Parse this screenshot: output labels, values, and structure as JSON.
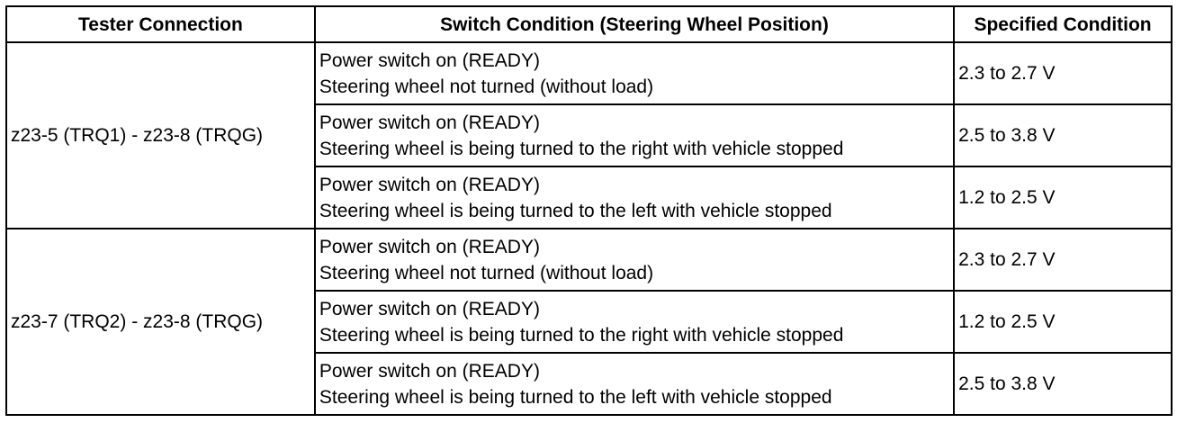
{
  "table": {
    "headers": [
      "Tester Connection",
      "Switch Condition (Steering Wheel Position)",
      "Specified Condition"
    ],
    "groups": [
      {
        "connection": "z23-5 (TRQ1) - z23-8 (TRQG)",
        "rows": [
          {
            "condition_line1": "Power switch on (READY)",
            "condition_line2": "Steering wheel not turned (without load)",
            "specified": "2.3 to 2.7 V"
          },
          {
            "condition_line1": "Power switch on (READY)",
            "condition_line2": "Steering wheel is being turned to the right with vehicle stopped",
            "specified": "2.5 to 3.8 V"
          },
          {
            "condition_line1": "Power switch on (READY)",
            "condition_line2": "Steering wheel is being turned to the left with vehicle stopped",
            "specified": "1.2 to 2.5 V"
          }
        ]
      },
      {
        "connection": "z23-7 (TRQ2) - z23-8 (TRQG)",
        "rows": [
          {
            "condition_line1": "Power switch on (READY)",
            "condition_line2": "Steering wheel not turned (without load)",
            "specified": "2.3 to 2.7 V"
          },
          {
            "condition_line1": "Power switch on (READY)",
            "condition_line2": "Steering wheel is being turned to the right with vehicle stopped",
            "specified": "1.2 to 2.5 V"
          },
          {
            "condition_line1": "Power switch on (READY)",
            "condition_line2": "Steering wheel is being turned to the left with vehicle stopped",
            "specified": "2.5 to 3.8 V"
          }
        ]
      }
    ]
  }
}
